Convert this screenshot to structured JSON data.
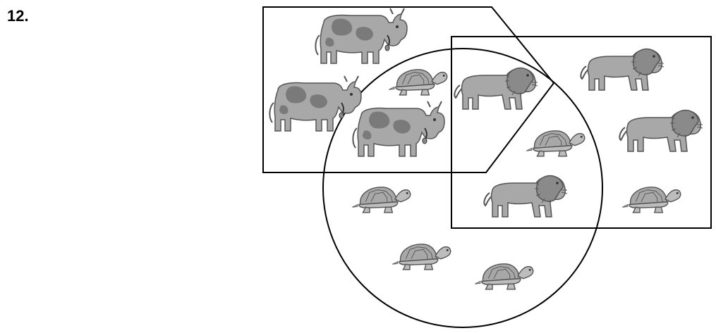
{
  "problem": {
    "number": "12."
  },
  "regions": [
    {
      "shape": "pentagon",
      "contents": [
        "cow",
        "cow",
        "cow",
        "turtle"
      ]
    },
    {
      "shape": "circle",
      "contents": [
        "cow",
        "turtle",
        "turtle",
        "turtle",
        "turtle",
        "lion",
        "lion",
        "turtle"
      ]
    },
    {
      "shape": "rectangle",
      "contents": [
        "lion",
        "lion",
        "lion",
        "lion",
        "turtle",
        "turtle"
      ]
    }
  ],
  "colors": {
    "outline": "#000000",
    "animal_fill": "#a8a8a8",
    "animal_spot": "#7a7a7a",
    "animal_line": "#555555"
  }
}
